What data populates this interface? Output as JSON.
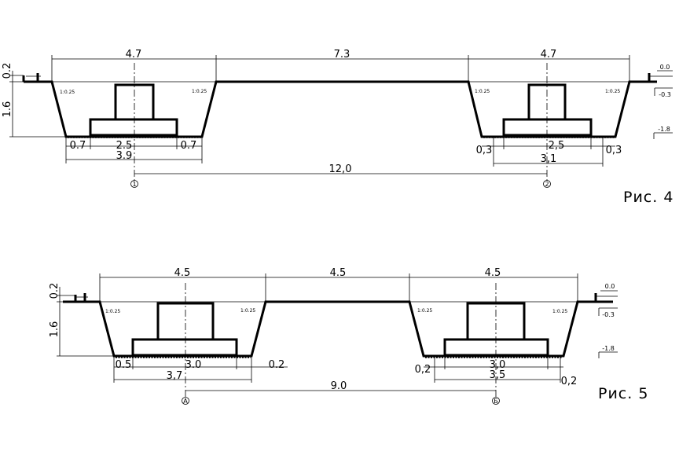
{
  "figure4": {
    "caption": "Рис. 4",
    "top_spans": [
      "4.7",
      "7.3",
      "4.7"
    ],
    "left_heights": [
      "0.2",
      "1.6"
    ],
    "slope_labels": [
      "1:0.25",
      "1:0.25",
      "1:0.25",
      "1:0.25"
    ],
    "left_pit": {
      "offset_left": "0.7",
      "width": "2.5",
      "offset_right": "0.7",
      "bottom": "3.9"
    },
    "right_pit": {
      "offset_left": "0,3",
      "width": "2,5",
      "offset_right": "0,3",
      "bottom": "3,1"
    },
    "axis_span": "12,0",
    "axis_left": "1",
    "axis_right": "2",
    "levels": [
      "0.0",
      "-0.3",
      "-1.8"
    ]
  },
  "figure5": {
    "caption": "Рис. 5",
    "top_spans": [
      "4.5",
      "4.5",
      "4.5"
    ],
    "left_heights": [
      "0.2",
      "1.6"
    ],
    "slope_labels": [
      "1:0.25",
      "1:0.25",
      "1:0.25",
      "1:0.25"
    ],
    "left_pit": {
      "offset_left": "0.5",
      "width": "3.0",
      "offset_right": "0.2",
      "bottom": "3,7"
    },
    "right_pit": {
      "offset_left": "0,2",
      "width": "3,0",
      "offset_right": "0,2",
      "bottom": "3,5"
    },
    "axis_span": "9.0",
    "axis_left": "А",
    "axis_right": "Б",
    "levels": [
      "0.0",
      "-0.3",
      "-1.8"
    ]
  }
}
